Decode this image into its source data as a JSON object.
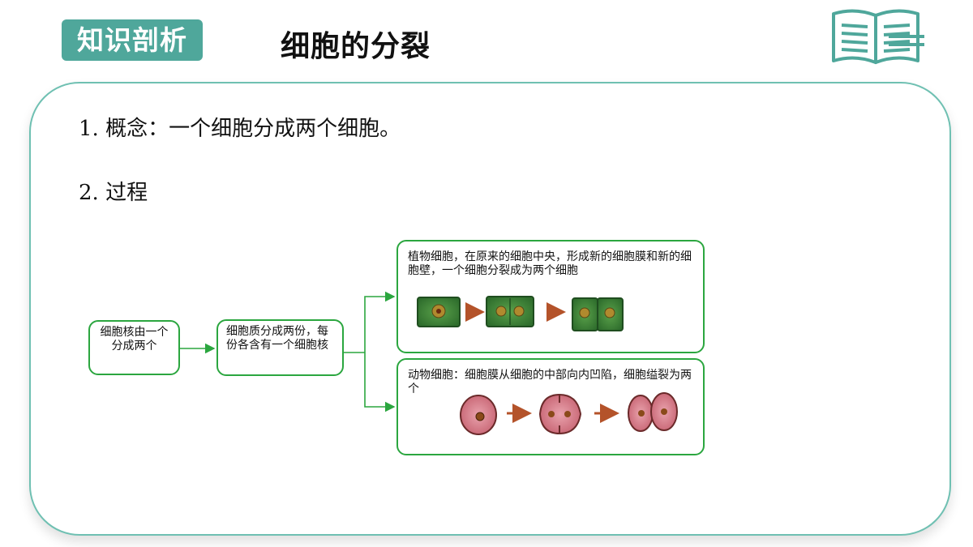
{
  "header": {
    "badge_label": "知识剖析",
    "title": "细胞的分裂"
  },
  "content": {
    "concept": "1. 概念：一个细胞分成两个细胞。",
    "process": "2. 过程"
  },
  "flow": {
    "step1": "细胞核由一个分成两个",
    "step2": "细胞质分成两份，每份各含有一个细胞核",
    "plant": "植物细胞，在原来的细胞中央，形成新的细胞膜和新的细胞壁，一个细胞分裂成为两个细胞",
    "animal": "动物细胞：细胞膜从细胞的中部向内凹陷，细胞缢裂为两个"
  },
  "colors": {
    "accent": "#4fa79b",
    "panel_border": "#6fc0b2",
    "flow_green": "#2ba63f",
    "arrow_brown": "#b4532a",
    "plant_cell": "#3f8a3a",
    "animal_cell": "#d9838f"
  },
  "icons": [
    "open-book-icon",
    "right-arrow-icon"
  ]
}
